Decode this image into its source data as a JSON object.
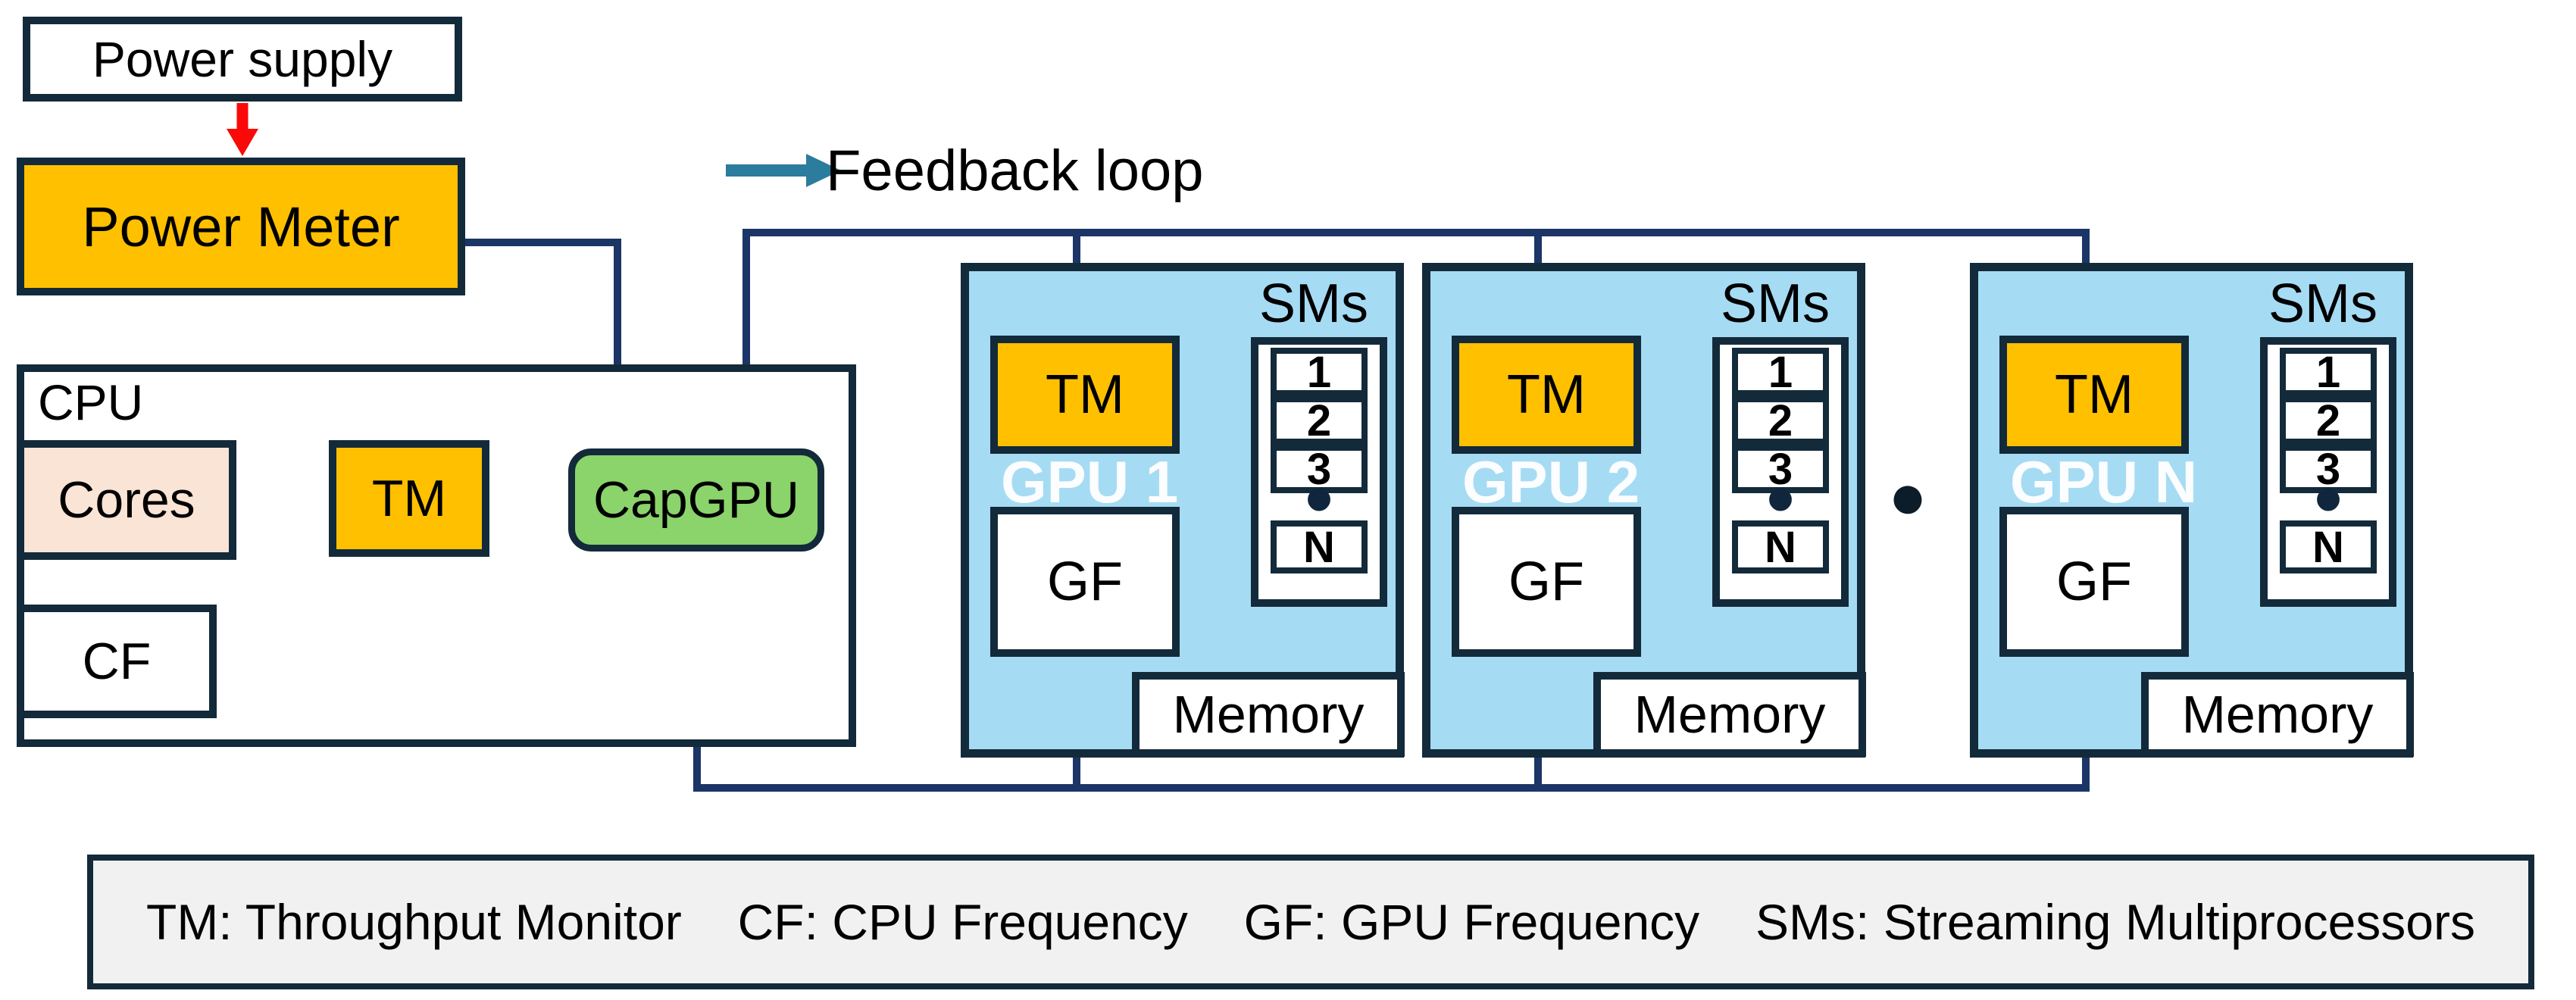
{
  "power_supply_label": "Power supply",
  "power_meter_label": "Power Meter",
  "feedback_loop_label": "Feedback loop",
  "cpu": {
    "label": "CPU",
    "cores_label": "Cores",
    "tm_label": "TM",
    "capgpu_label": "CapGPU",
    "cf_label": "CF"
  },
  "gpus": [
    {
      "label": "GPU 1",
      "tm_label": "TM",
      "gf_label": "GF",
      "sms_label": "SMs",
      "sm_units": [
        "1",
        "2",
        "3"
      ],
      "sm_last": "N",
      "memory_label": "Memory"
    },
    {
      "label": "GPU 2",
      "tm_label": "TM",
      "gf_label": "GF",
      "sms_label": "SMs",
      "sm_units": [
        "1",
        "2",
        "3"
      ],
      "sm_last": "N",
      "memory_label": "Memory"
    },
    {
      "label": "GPU N",
      "tm_label": "TM",
      "gf_label": "GF",
      "sms_label": "SMs",
      "sm_units": [
        "1",
        "2",
        "3"
      ],
      "sm_last": "N",
      "memory_label": "Memory"
    }
  ],
  "sm_ellipsis": "•",
  "gpu_ellipsis": "●",
  "legend_items": [
    "TM: Throughput Monitor",
    "CF: CPU Frequency",
    "GF: GPU Frequency",
    "SMs: Streaming Multiprocessors"
  ],
  "colors": {
    "box_border": "#132a3a",
    "connector_navy": "#1b3566",
    "orange": "#ffc000",
    "capgpu_green": "#8bd36b",
    "cores_peach": "#fae4d5",
    "gpu_blue": "#a6dbf4",
    "legend_arrow_teal": "#2b7c9d",
    "power_arrow_red": "#fb0909",
    "legend_bg": "#f1f1f1"
  }
}
